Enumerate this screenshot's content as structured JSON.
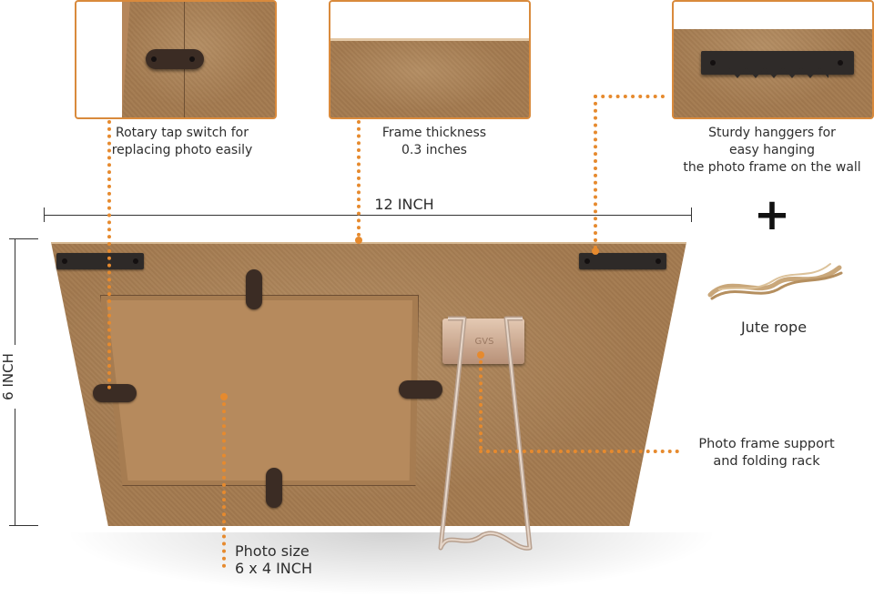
{
  "callouts": {
    "rotary": {
      "line1": "Rotary tap switch for",
      "line2": "replacing photo easily"
    },
    "thickness": {
      "line1": "Frame thickness",
      "line2": "0.3 inches"
    },
    "hangers": {
      "line1": "Sturdy hanggers for",
      "line2": "easy hanging",
      "line3": "the photo frame on the wall"
    },
    "support": {
      "line1": "Photo frame support",
      "line2": "and folding rack"
    },
    "photo_size": {
      "line1": "Photo size",
      "line2": "6 x 4 INCH"
    }
  },
  "dimensions": {
    "width": "12 INCH",
    "height": "6 INCH"
  },
  "extras": {
    "plus": "+",
    "rope_label": "Jute rope"
  },
  "stand": {
    "brand_mark": "GVS"
  },
  "colors": {
    "accent": "#e68a2e",
    "board": "#a37a4f",
    "metal": "#c8a68c"
  }
}
